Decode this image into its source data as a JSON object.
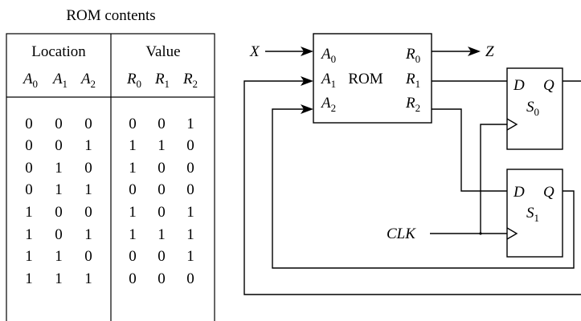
{
  "table": {
    "caption": "ROM contents",
    "headers": [
      "Location",
      "Value"
    ],
    "location_cols": [
      {
        "name": "A",
        "sub": "0"
      },
      {
        "name": "A",
        "sub": "1"
      },
      {
        "name": "A",
        "sub": "2"
      }
    ],
    "value_cols": [
      {
        "name": "R",
        "sub": "0"
      },
      {
        "name": "R",
        "sub": "1"
      },
      {
        "name": "R",
        "sub": "2"
      }
    ],
    "rows": [
      [
        [
          "0",
          "0",
          "0"
        ],
        [
          "0",
          "0",
          "1"
        ]
      ],
      [
        [
          "0",
          "0",
          "1"
        ],
        [
          "1",
          "1",
          "0"
        ]
      ],
      [
        [
          "0",
          "1",
          "0"
        ],
        [
          "1",
          "0",
          "0"
        ]
      ],
      [
        [
          "0",
          "1",
          "1"
        ],
        [
          "0",
          "0",
          "0"
        ]
      ],
      [
        [
          "1",
          "0",
          "0"
        ],
        [
          "1",
          "0",
          "1"
        ]
      ],
      [
        [
          "1",
          "0",
          "1"
        ],
        [
          "1",
          "1",
          "1"
        ]
      ],
      [
        [
          "1",
          "1",
          "0"
        ],
        [
          "0",
          "0",
          "1"
        ]
      ],
      [
        [
          "1",
          "1",
          "1"
        ],
        [
          "0",
          "0",
          "0"
        ]
      ]
    ]
  },
  "circuit": {
    "input_label": "X",
    "output_label": "Z",
    "clock_label": "CLK",
    "rom": {
      "label": "ROM",
      "inputs": [
        {
          "name": "A",
          "sub": "0"
        },
        {
          "name": "A",
          "sub": "1"
        },
        {
          "name": "A",
          "sub": "2"
        }
      ],
      "outputs": [
        {
          "name": "R",
          "sub": "0"
        },
        {
          "name": "R",
          "sub": "1"
        },
        {
          "name": "R",
          "sub": "2"
        }
      ]
    },
    "flipflops": [
      {
        "d": "D",
        "q": "Q",
        "name": "S",
        "sub": "0"
      },
      {
        "d": "D",
        "q": "Q",
        "name": "S",
        "sub": "1"
      }
    ]
  }
}
